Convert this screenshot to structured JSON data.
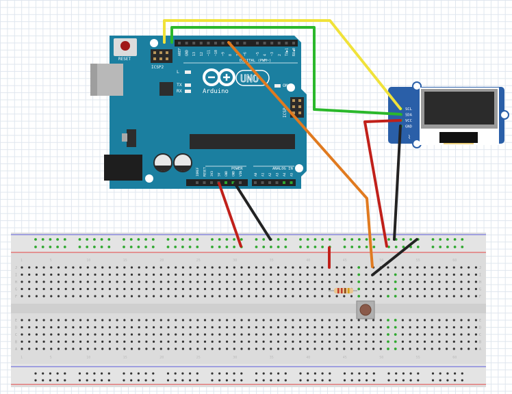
{
  "arduino": {
    "brand": "Arduino",
    "model": "UNO",
    "reset_label": "RESET",
    "icsp2_label": "ICSP2",
    "icsp_label": "ICSP",
    "led_labels": [
      "L",
      "TX",
      "RX",
      "ON"
    ],
    "digital_label": "DIGITAL (PWM~)",
    "digital_pins": [
      "AREF",
      "GND",
      "13",
      "12",
      "~11",
      "~10",
      "~9",
      "8",
      "7",
      "~6",
      "~5",
      "4",
      "~3",
      "2",
      "TX▶1",
      "RX◀0"
    ],
    "power_label": "POWER",
    "analog_label": "ANALOG IN",
    "power_pins": [
      "IOREF",
      "RESET",
      "3V3",
      "5V",
      "GND",
      "GND",
      "VIN"
    ],
    "analog_pins": [
      "A0",
      "A1",
      "A2",
      "A3",
      "A4",
      "A5"
    ],
    "colors": {
      "board": "#1b7fa0",
      "header": "#222222"
    }
  },
  "oled": {
    "pins": [
      "SCL",
      "SDA",
      "VCC",
      "GND"
    ],
    "colors": {
      "board": "#2a5fa8",
      "screen": "#2b2b2b"
    }
  },
  "breadboard": {
    "row_labels_top": [
      "J",
      "I",
      "H",
      "G",
      "F"
    ],
    "row_labels_bottom": [
      "E",
      "D",
      "C",
      "B",
      "A"
    ],
    "column_numbers": [
      "1",
      "5",
      "10",
      "15",
      "20",
      "25",
      "30",
      "35",
      "40",
      "45",
      "50",
      "55",
      "60"
    ],
    "colors": {
      "body": "#dcdcdc",
      "hole": "#333333",
      "active_hole": "#2fa82f",
      "rail_blue": "#7c7ce0",
      "rail_red": "#e05050"
    }
  },
  "wires": [
    {
      "name": "scl-wire",
      "color": "#f0e23a"
    },
    {
      "name": "sda-wire",
      "color": "#2bb82b"
    },
    {
      "name": "pin7-button-wire",
      "color": "#e07a1f"
    },
    {
      "name": "vcc-wire",
      "color": "#c0201a"
    },
    {
      "name": "oled-gnd-wire",
      "color": "#222222"
    },
    {
      "name": "5v-wire",
      "color": "#c0201a"
    },
    {
      "name": "gnd-wire",
      "color": "#222222"
    },
    {
      "name": "rail-jumper-red",
      "color": "#c0201a"
    },
    {
      "name": "rail-jumper-black",
      "color": "#222222"
    }
  ],
  "resistor": {
    "bands": [
      "#c0392b",
      "#c0392b",
      "#8b4513",
      "#d4a017"
    ]
  }
}
